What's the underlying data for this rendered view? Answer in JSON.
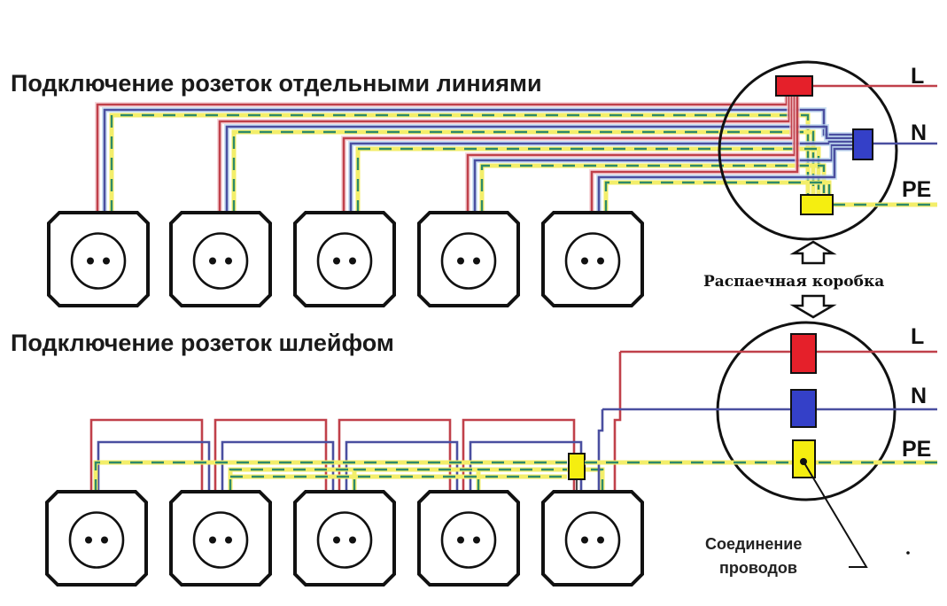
{
  "top_section": {
    "title": "Подключение розеток отдельными линиями",
    "socket_count": 5
  },
  "bottom_section": {
    "title": "Подключение розеток шлейфом",
    "socket_count": 5
  },
  "junction_box_label": "Распаечная коробка",
  "line_labels": {
    "live": "L",
    "neutral": "N",
    "earth": "PE"
  },
  "connection_note": {
    "line1": "Соединение",
    "line2": "проводов"
  },
  "colors": {
    "live": "#c0404a",
    "neutral": "#4a4fa0",
    "earth_yellow": "#f3ee6a",
    "earth_green": "#2e8a6a",
    "terminal_live": "#e5202a",
    "terminal_neutral": "#3440c8",
    "terminal_earth": "#f5ee10"
  }
}
